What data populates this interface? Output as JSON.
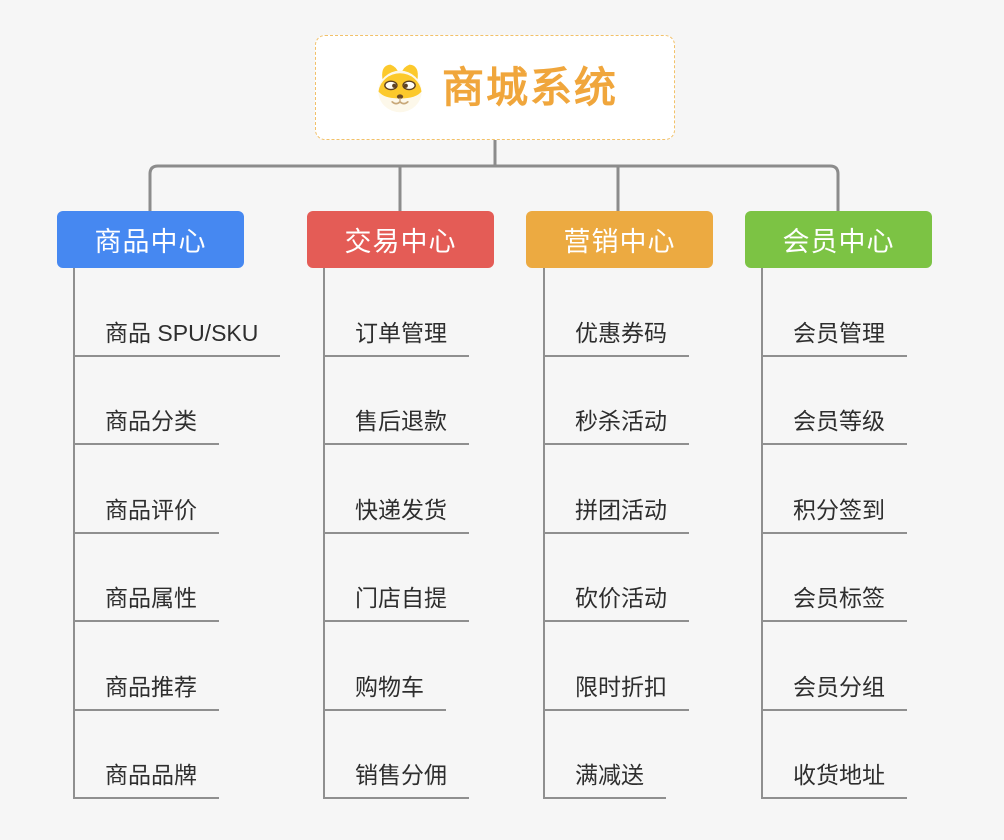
{
  "root": {
    "title": "商城系统",
    "icon": "shiba-dog-icon",
    "title_color": "#f0a63c",
    "border_color": "#f2c169"
  },
  "connector_color": "#8c8c8c",
  "background_color": "#f6f6f6",
  "branches": [
    {
      "label": "商品中心",
      "color": "#4688f1",
      "children": [
        "商品 SPU/SKU",
        "商品分类",
        "商品评价",
        "商品属性",
        "商品推荐",
        "商品品牌"
      ]
    },
    {
      "label": "交易中心",
      "color": "#e45c56",
      "children": [
        "订单管理",
        "售后退款",
        "快递发货",
        "门店自提",
        "购物车",
        "销售分佣"
      ]
    },
    {
      "label": "营销中心",
      "color": "#ecaa41",
      "children": [
        "优惠券码",
        "秒杀活动",
        "拼团活动",
        "砍价活动",
        "限时折扣",
        "满减送"
      ]
    },
    {
      "label": "会员中心",
      "color": "#7cc344",
      "children": [
        "会员管理",
        "会员等级",
        "积分签到",
        "会员标签",
        "会员分组",
        "收货地址"
      ]
    }
  ]
}
